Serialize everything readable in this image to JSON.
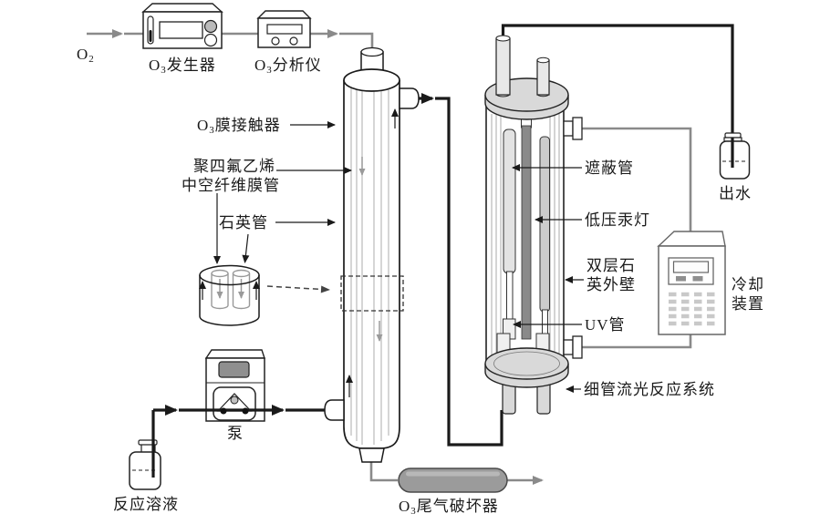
{
  "meta": {
    "diagram_type": "process-flow-schematic",
    "language": "zh-CN",
    "background": "#ffffff"
  },
  "colors": {
    "gas_line": "#8a8a8a",
    "liquid_line": "#1a1a1a",
    "outline": "#222222",
    "inner_line": "#aaaaaa",
    "flange_fill": "#d9d9d9",
    "shield_tube_fill": "#e3e3e3",
    "lamp_rod_fill": "#8a8a8a",
    "right_tube_fill": "#cccccc",
    "destructor_fill": "#9b9b9b",
    "pump_screen_fill": "#8f8f8f",
    "vent_fill": "#c9c9c9"
  },
  "labels": {
    "o2": {
      "pre": "O",
      "sub": "2"
    },
    "o3_generator": {
      "pre": "O",
      "sub": "3",
      "post": "发生器"
    },
    "o3_analyzer": {
      "pre": "O",
      "sub": "3",
      "post": "分析仪"
    },
    "o3_membrane_contactor": {
      "pre": "O",
      "sub": "3",
      "post": "膜接触器"
    },
    "ptfe_membrane_line1": "聚四氟乙烯",
    "ptfe_membrane_line2": "中空纤维膜管",
    "quartz_tube": "石英管",
    "shield_tube": "遮蔽管",
    "low_pressure_mercury_lamp": "低压汞灯",
    "double_quartz_wall_line1": "双层石",
    "double_quartz_wall_line2": "英外壁",
    "uv_tube": "UV管",
    "capillary_streamer_reaction_system": "细管流光反应系统",
    "cooling_device_line1": "冷却",
    "cooling_device_line2": "装置",
    "water_out": "出水",
    "pump": "泵",
    "reaction_solution": "反应溶液",
    "o3_offgas_destructor": {
      "pre": "O",
      "sub": "3",
      "post": "尾气破坏器"
    }
  }
}
